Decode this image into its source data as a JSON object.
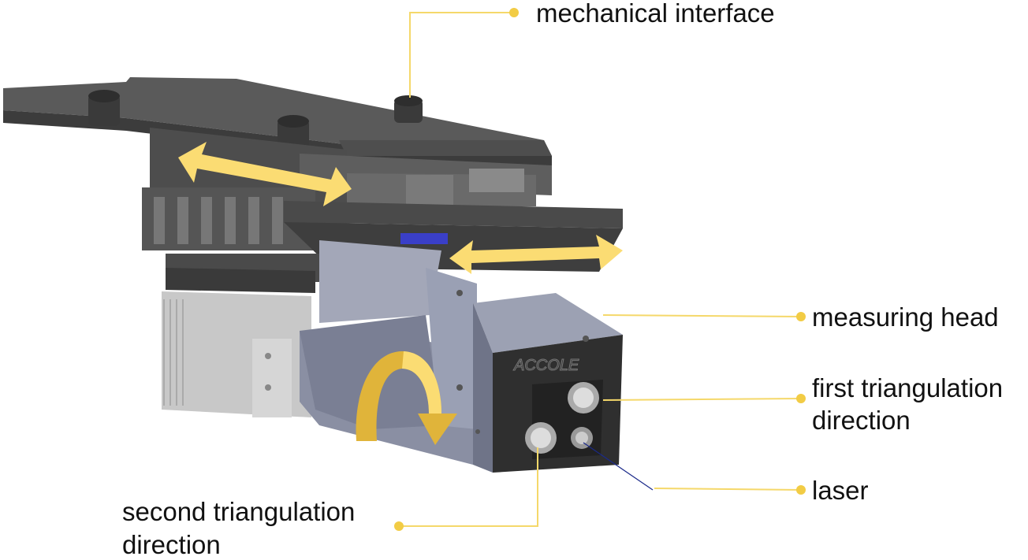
{
  "labels": {
    "mechanical_interface": "mechanical interface",
    "measuring_head": "measuring head",
    "first_triangulation_line1": "first triangulation",
    "first_triangulation_line2": "direction",
    "laser": "laser",
    "second_triangulation_line1": "second triangulation",
    "second_triangulation_line2": "direction",
    "brand": "ACCOLE"
  },
  "colors": {
    "callout": "#f5d86a",
    "callout_dot": "#f2cc45",
    "arrow": "#fbdc73",
    "rotation_arrow": "#e0b43a",
    "dark_plate": "#4a4a4a",
    "head_body": "#8a8fa3",
    "head_face": "#2f2f2f",
    "motor": "#c8c8c8",
    "blue_part": "#3a3fc8"
  }
}
